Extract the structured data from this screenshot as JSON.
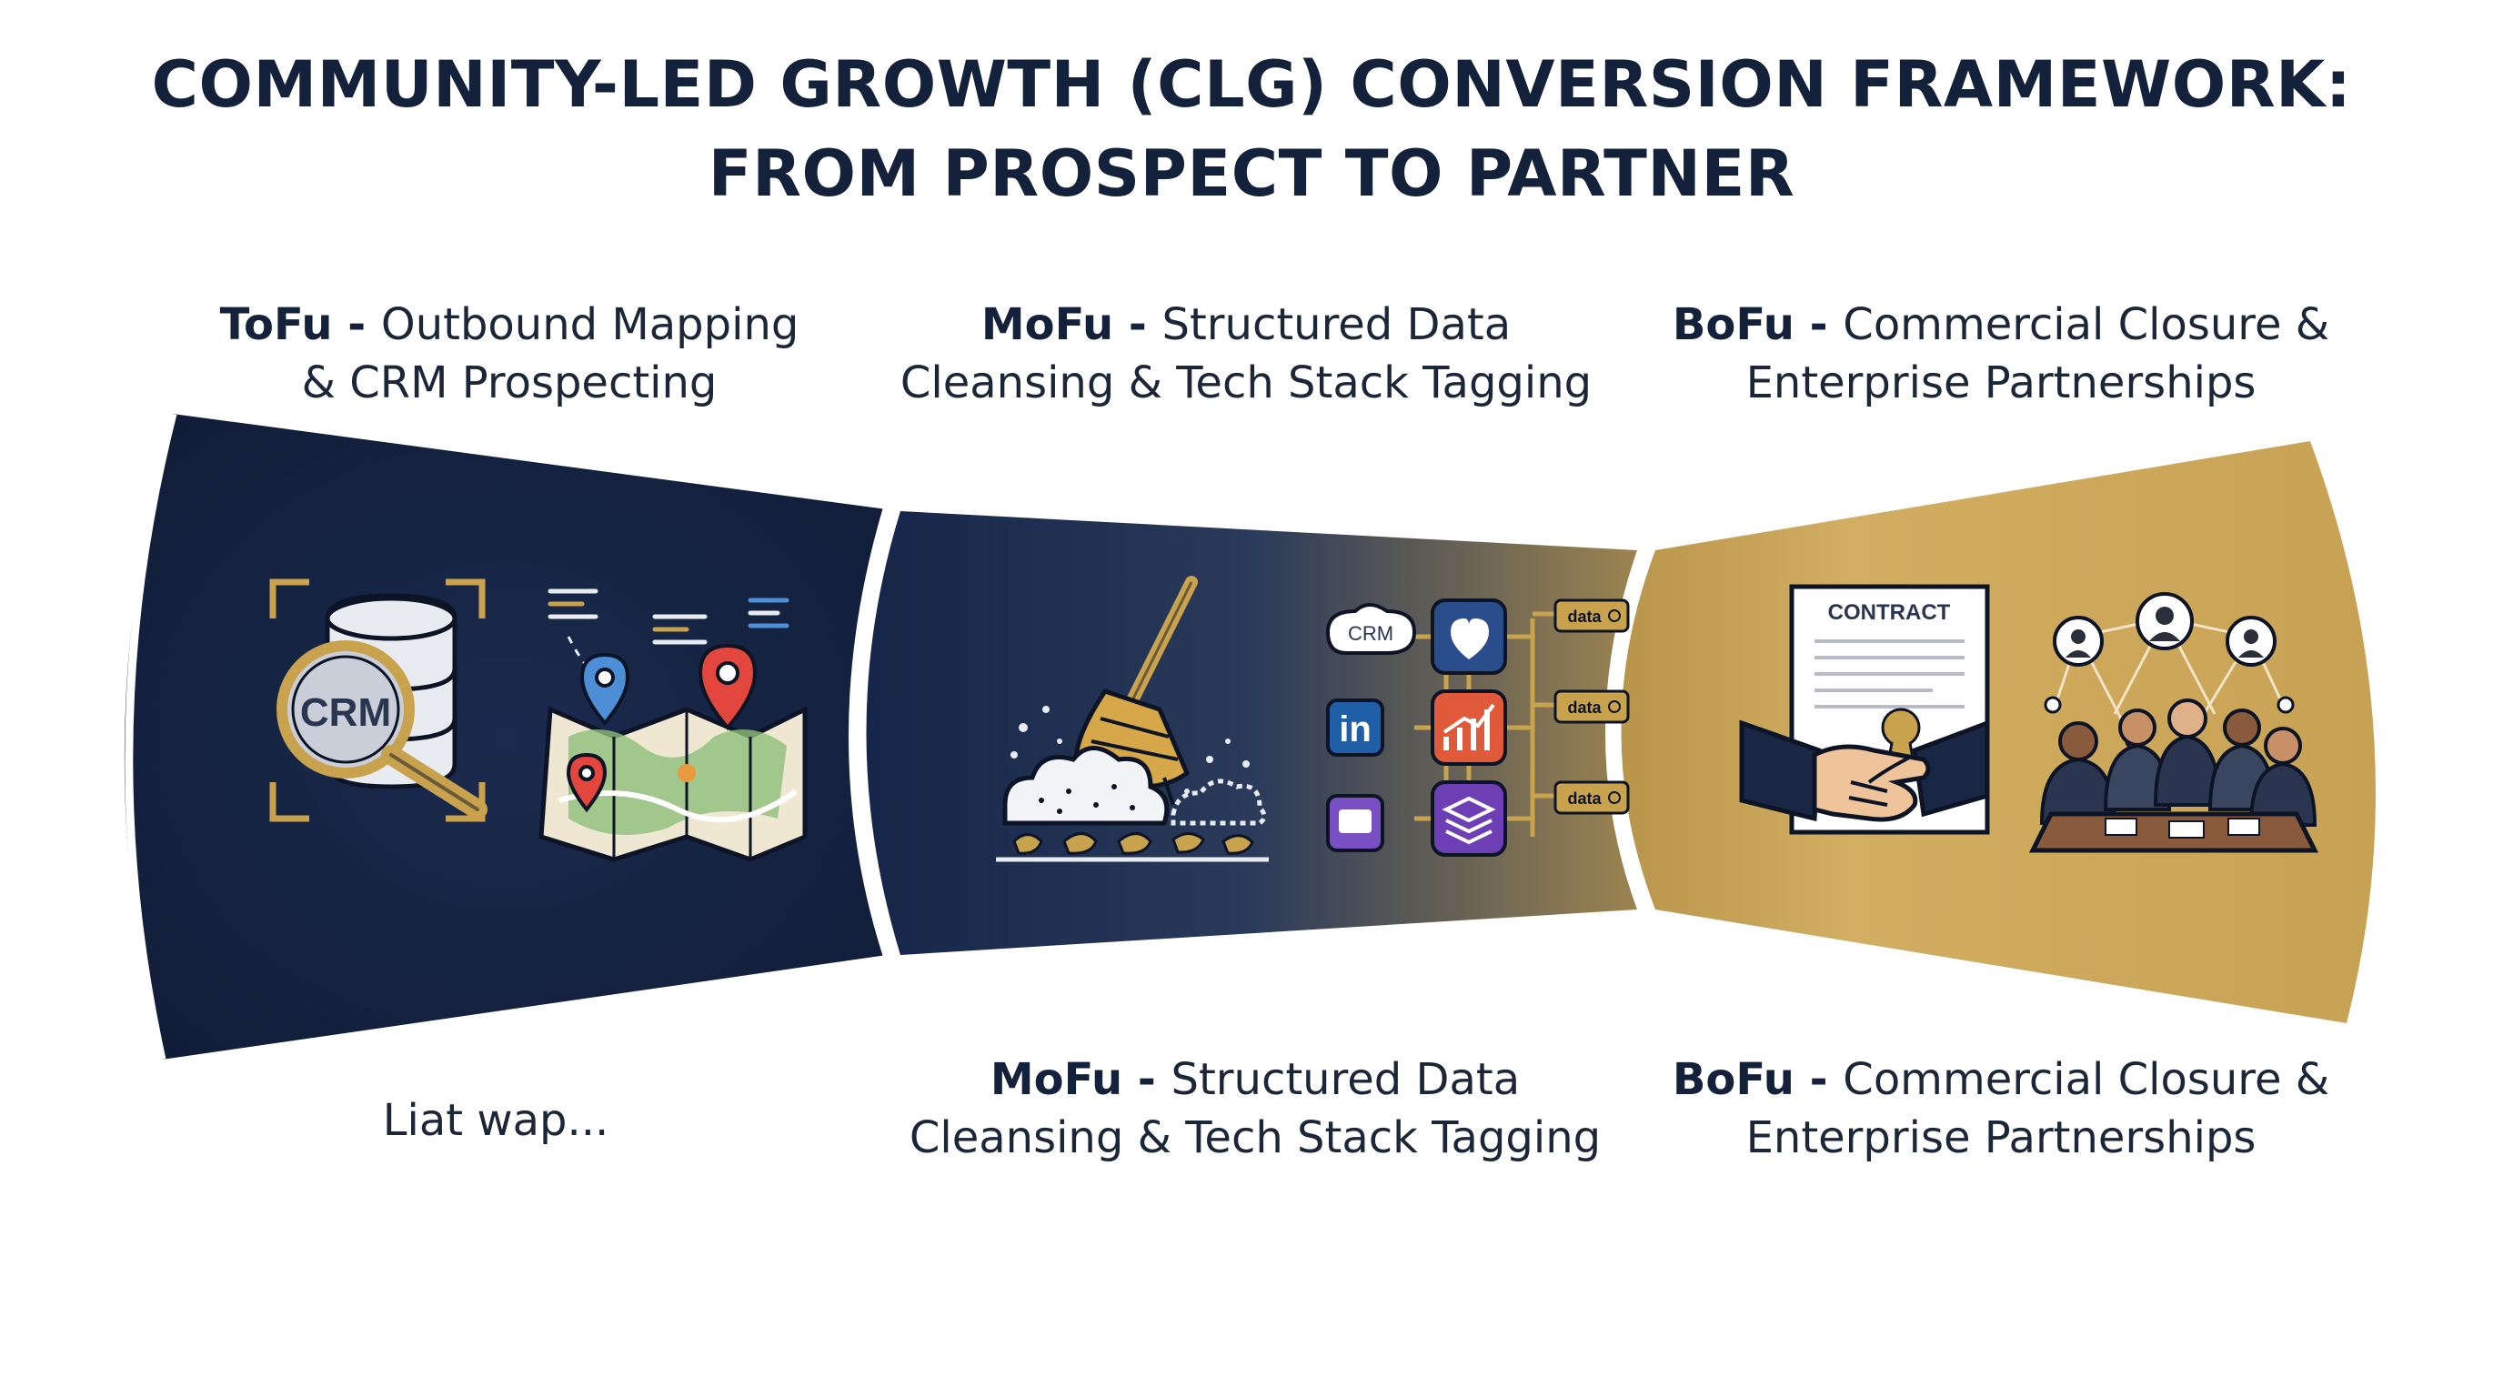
{
  "title": {
    "line1": "COMMUNITY-LED GROWTH (CLG) CONVERSION FRAMEWORK:",
    "line2": "FROM PROSPECT TO PARTNER"
  },
  "stages_top": [
    {
      "abbr": "ToFu",
      "sep": " - ",
      "line1_rest": "Outbound Mapping",
      "line2": "& CRM Prospecting"
    },
    {
      "abbr": "MoFu",
      "sep": " - ",
      "line1_rest": "Structured Data",
      "line2": "Cleansing & Tech Stack Tagging"
    },
    {
      "abbr": "BoFu",
      "sep": " - ",
      "line1_rest": "Commercial Closure &",
      "line2": "Enterprise Partnerships"
    }
  ],
  "stages_bottom": [
    {
      "text": "Liat wap..."
    },
    {
      "abbr": "MoFu",
      "sep": " - ",
      "line1_rest": "Structured Data",
      "line2": "Cleansing & Tech Stack Tagging"
    },
    {
      "abbr": "BoFu",
      "sep": " - ",
      "line1_rest": "Commercial Closure &",
      "line2": "Enterprise Partnerships"
    }
  ],
  "icon_labels": {
    "crm_db": "CRM",
    "crm_bubble": "CRM",
    "linkedin": "in",
    "data_tag": "data",
    "contract": "CONTRACT"
  },
  "icons": [
    "crm-database-magnifier-icon",
    "map-pins-icon",
    "broom-cleaning-icon",
    "tech-stack-network-icon",
    "contract-handshake-icon",
    "enterprise-boardroom-icon"
  ],
  "colors": {
    "navy": "#14223f",
    "navy_mid": "#1f3560",
    "gold": "#c9a24e",
    "gold_light": "#d6b468",
    "text": "#1b2638"
  }
}
